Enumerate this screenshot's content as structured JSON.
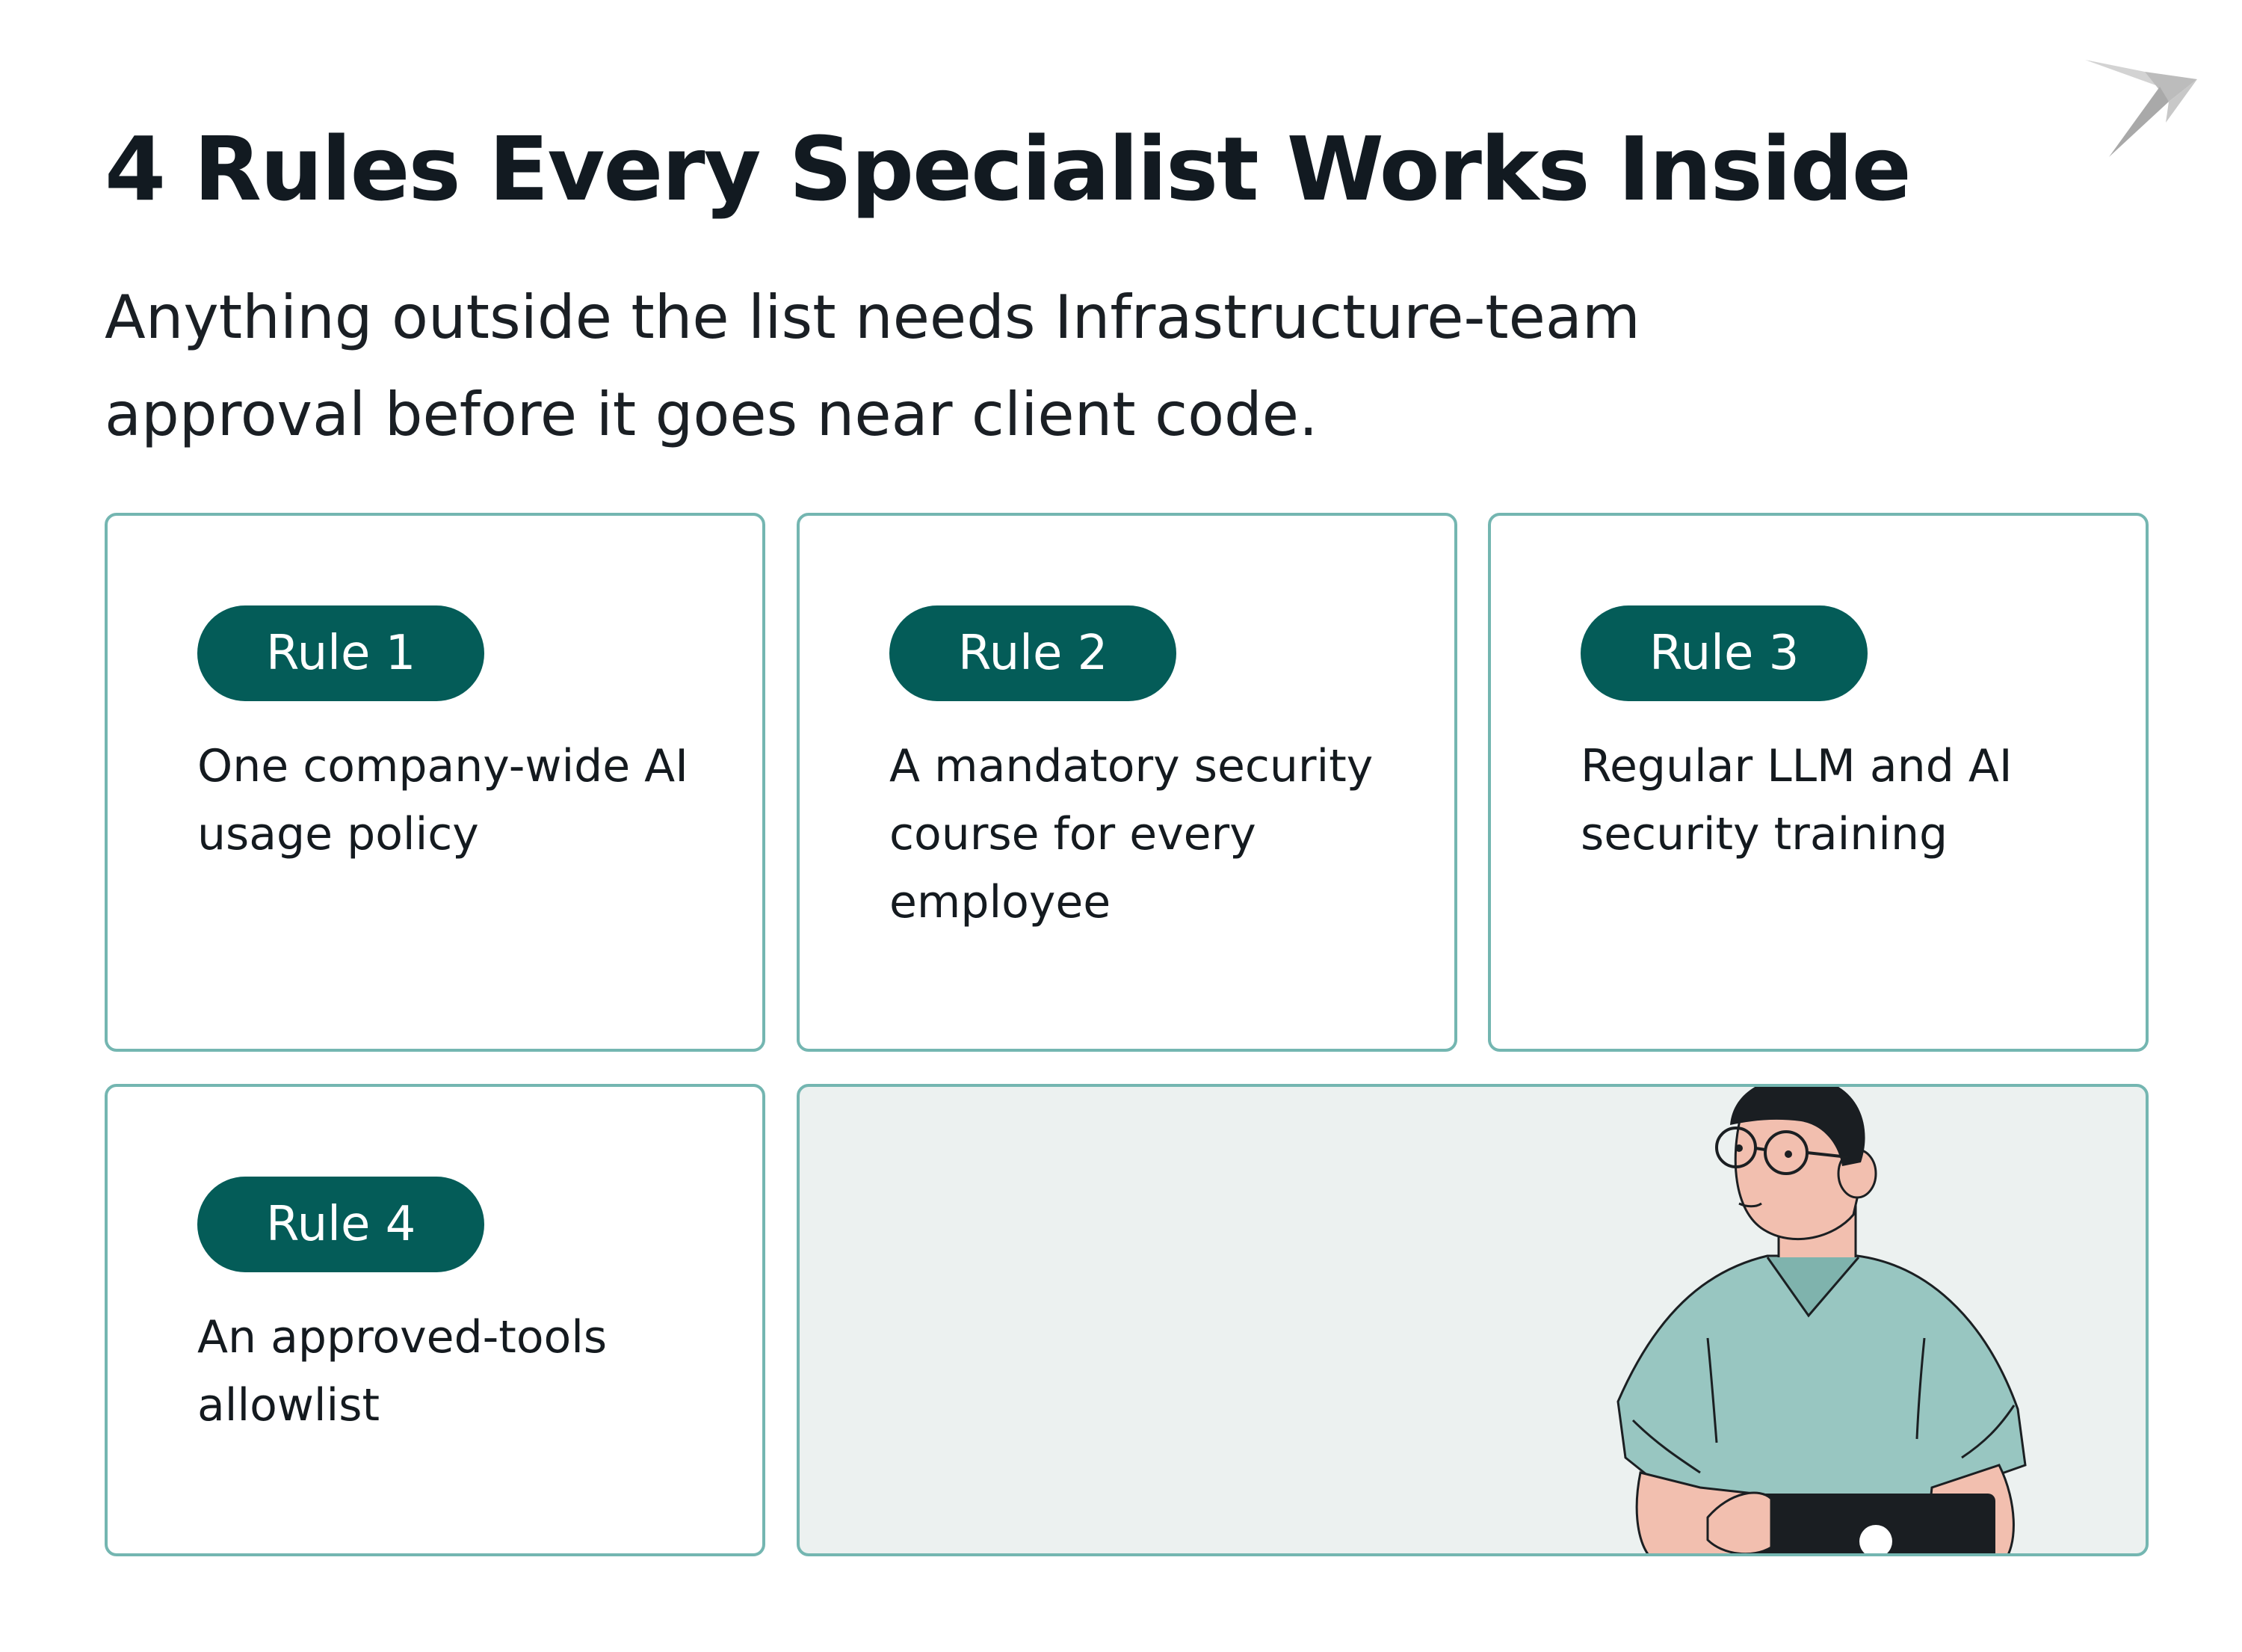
{
  "header": {
    "title": "4 Rules Every Specialist Works Inside",
    "subtitle": "Anything outside the list needs Infrastructure-team approval before it goes near client code."
  },
  "rules": [
    {
      "label": "Rule 1",
      "text": "One company-wide AI usage policy"
    },
    {
      "label": "Rule 2",
      "text": "A mandatory security course for every employee"
    },
    {
      "label": "Rule 3",
      "text": "Regular LLM and AI security training"
    },
    {
      "label": "Rule 4",
      "text": "An approved-tools allowlist"
    }
  ],
  "colors": {
    "pill": "#045c58",
    "card_border": "#74b6b1",
    "illustration_panel": "#ecf1f0",
    "shirt": "#98c6c1",
    "skin": "#f2bfaf",
    "title": "#121a21"
  },
  "icons": {
    "logo": "origami-bird-icon",
    "illustration": "person-with-tablet-illustration"
  }
}
